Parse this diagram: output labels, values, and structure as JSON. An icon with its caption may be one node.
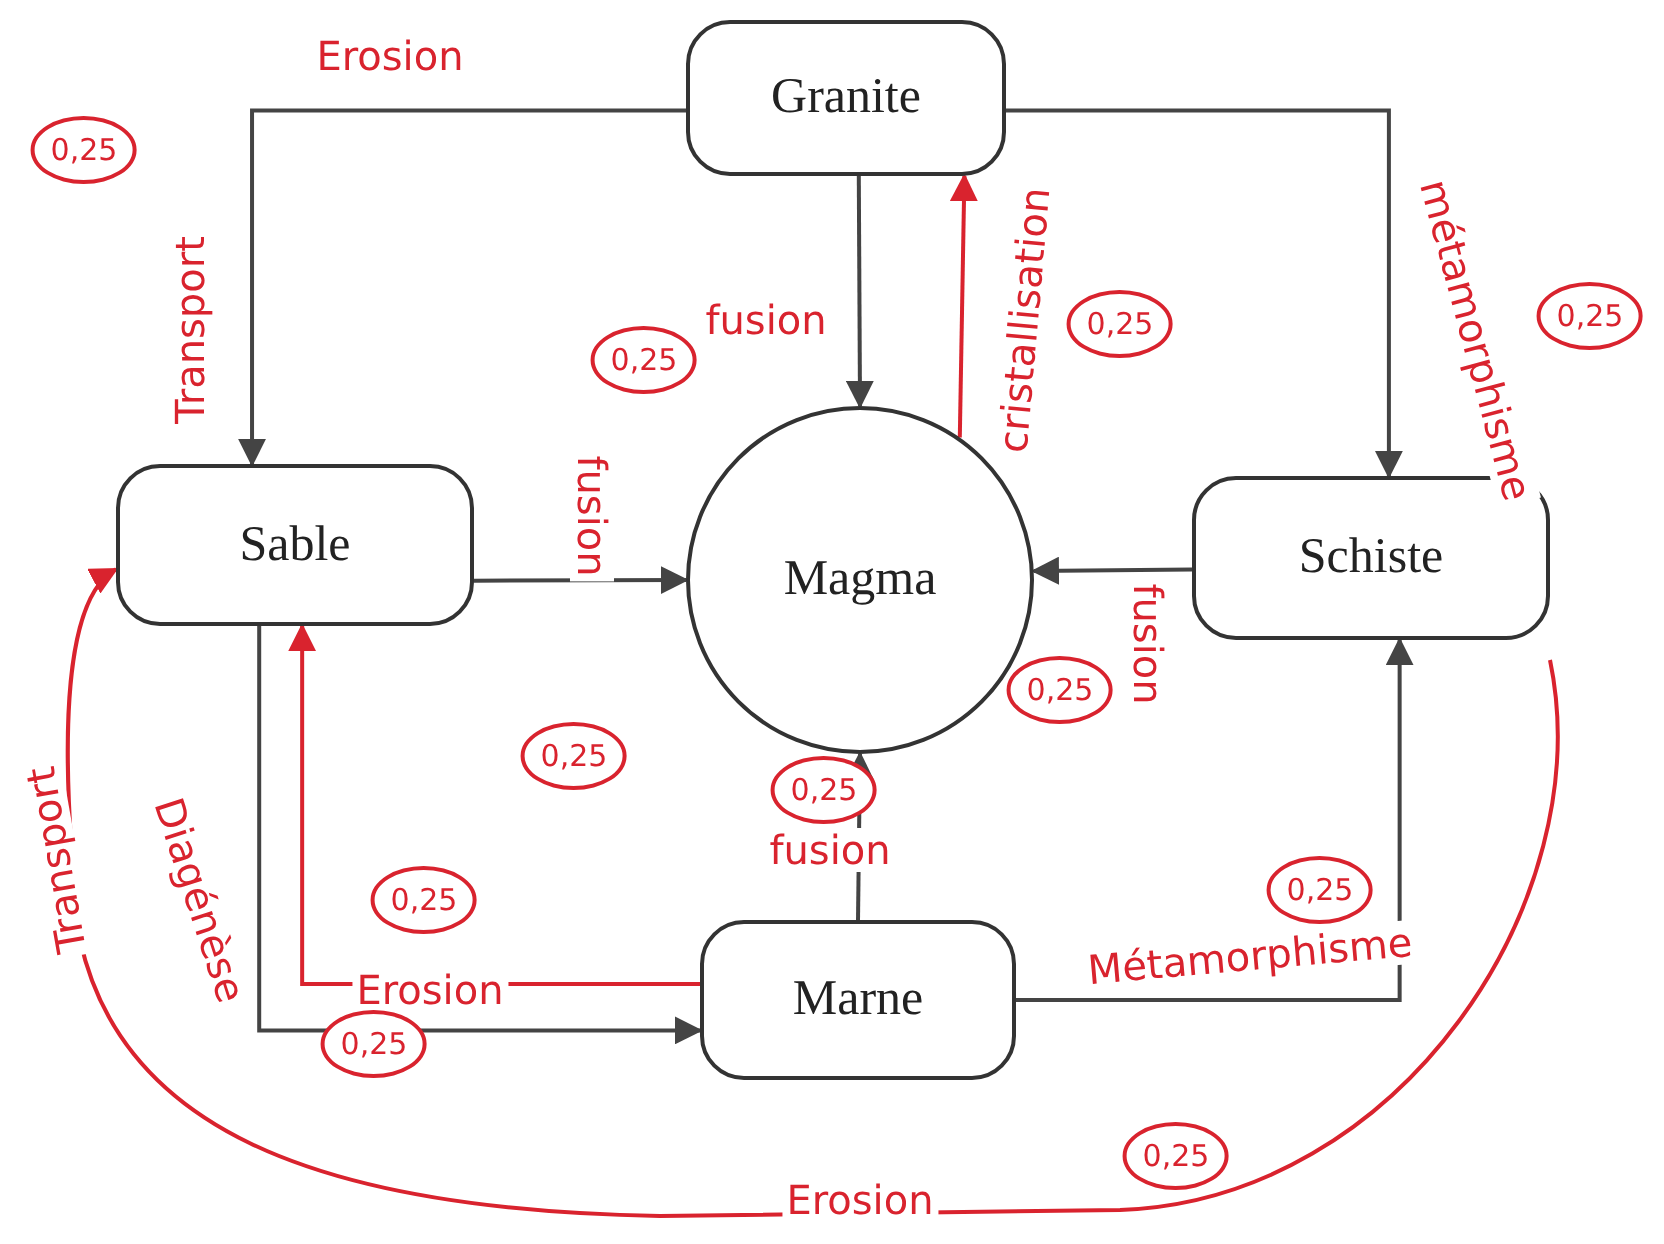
{
  "diagram": {
    "nodes": [
      {
        "text": [
          "Granite"
        ]
      },
      {
        "text": [
          "Sable"
        ]
      },
      {
        "text": [
          "Magma"
        ]
      },
      {
        "text": [
          "Schiste"
        ]
      },
      {
        "text": [
          "Marne"
        ]
      }
    ],
    "edges": [
      {
        "from": 0,
        "to": 1,
        "arrow": "to",
        "label": "Erosion"
      },
      {
        "from": 0,
        "to": 2,
        "arrow": "to",
        "label": "fusion"
      },
      {
        "from": 0,
        "to": 3,
        "arrow": "to",
        "label": "métamorphisme"
      },
      {
        "from": 1,
        "to": 2,
        "arrow": "to",
        "label": "fusion"
      },
      {
        "from": 3,
        "to": 2,
        "arrow": "to",
        "label": "fusion"
      },
      {
        "from": 4,
        "to": 2,
        "arrow": "to",
        "label": "fusion"
      },
      {
        "from": 1,
        "to": 4,
        "arrow": "to",
        "label": "Diagénèse"
      },
      {
        "from": 4,
        "to": 3,
        "arrow": "to",
        "label": "Métamorphisme"
      },
      {
        "from": 2,
        "to": 0,
        "arrow": "to",
        "label": "cristallisation",
        "color": "#d9232e"
      },
      {
        "from": 4,
        "to": 1,
        "arrow": "to",
        "label": "Erosion",
        "color": "#d9232e"
      },
      {
        "from": 3,
        "to": 1,
        "arrow": "to",
        "label": "Erosion",
        "color": "#d9232e"
      }
    ],
    "labels": [
      "0,25",
      "Transport",
      "0,25",
      "0,25",
      "0,25",
      "0,25",
      "0,25",
      "0,25",
      "0,25",
      "Transport",
      "0,25",
      "0,25",
      "0,25"
    ]
  }
}
